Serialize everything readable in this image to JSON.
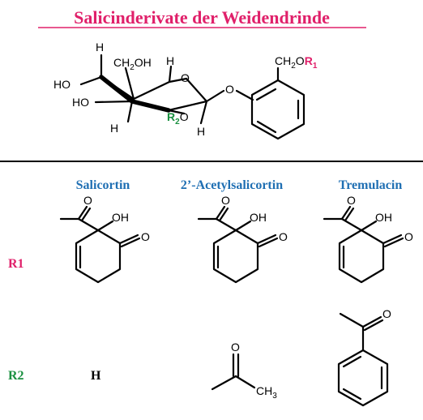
{
  "title": "Salicinderivate der Weidendrinde",
  "colors": {
    "title": "#e0206a",
    "header": "#1f6fb3",
    "r1": "#e0206a",
    "r2": "#1a9040",
    "black": "#000000"
  },
  "core": {
    "h_top_left": "H",
    "ch2oh_left": "CH",
    "ch2oh_sub": "2",
    "ch2oh_right": "OH",
    "h_top_mid": "H",
    "o_ring": "O",
    "ho_top": "HO",
    "ho_bottom": "HO",
    "h_bottom_left": "H",
    "r2_label": "R",
    "r2_sub": "2",
    "r2_o": "O",
    "h_bottom_right": "H",
    "o_glyco": "O",
    "benzyl_ch2": "CH",
    "benzyl_sub": "2",
    "benzyl_o": "O",
    "r1_label": "R",
    "r1_sub": "1"
  },
  "columns": [
    {
      "header": "Salicortin",
      "r2_value": "H"
    },
    {
      "header": "2’-Acetylsalicortin",
      "r2_value": ""
    },
    {
      "header": "Tremulacin",
      "r2_value": ""
    }
  ],
  "rows": {
    "r1": "R1",
    "r2": "R2"
  },
  "fragment_labels": {
    "carbonyl_o": "O",
    "oh": "OH",
    "ketone_o": "O",
    "acetyl_o": "O",
    "ch3": "CH",
    "ch3_sub": "3",
    "benzoyl_o": "O"
  }
}
